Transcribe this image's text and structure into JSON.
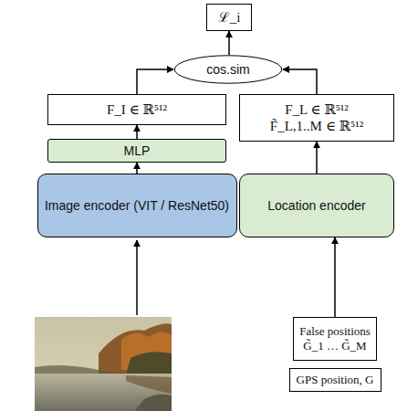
{
  "diagram": {
    "nodes": [
      {
        "text": [
          "ℒ_i"
        ]
      },
      {
        "text": [
          "cos.sim"
        ]
      },
      {
        "text": [
          "F_I ∈ ℝ⁵¹²"
        ]
      },
      {
        "text": [
          "F_L ∈ ℝ⁵¹²",
          "F̃_L,1..M ∈ ℝ⁵¹²"
        ]
      },
      {
        "text": [
          "MLP"
        ]
      },
      {
        "text": [
          "Image encoder (VIT / ResNet50)"
        ]
      },
      {
        "text": [
          "Location encoder"
        ]
      },
      {
        "text": [
          "False positions G̃_1 … G̃_M"
        ]
      },
      {
        "text": [
          "GPS position, G"
        ]
      }
    ],
    "edges": [
      {
        "from": 5,
        "to": 4,
        "arrow": "to"
      },
      {
        "from": 4,
        "to": 2,
        "arrow": "to"
      },
      {
        "from": 2,
        "to": 1,
        "arrow": "to"
      },
      {
        "from": 3,
        "to": 1,
        "arrow": "to"
      },
      {
        "from": 1,
        "to": 0,
        "arrow": "to"
      },
      {
        "from": 6,
        "to": 3,
        "arrow": "to"
      },
      {
        "from": 7,
        "to": 6,
        "arrow": "to"
      }
    ]
  }
}
